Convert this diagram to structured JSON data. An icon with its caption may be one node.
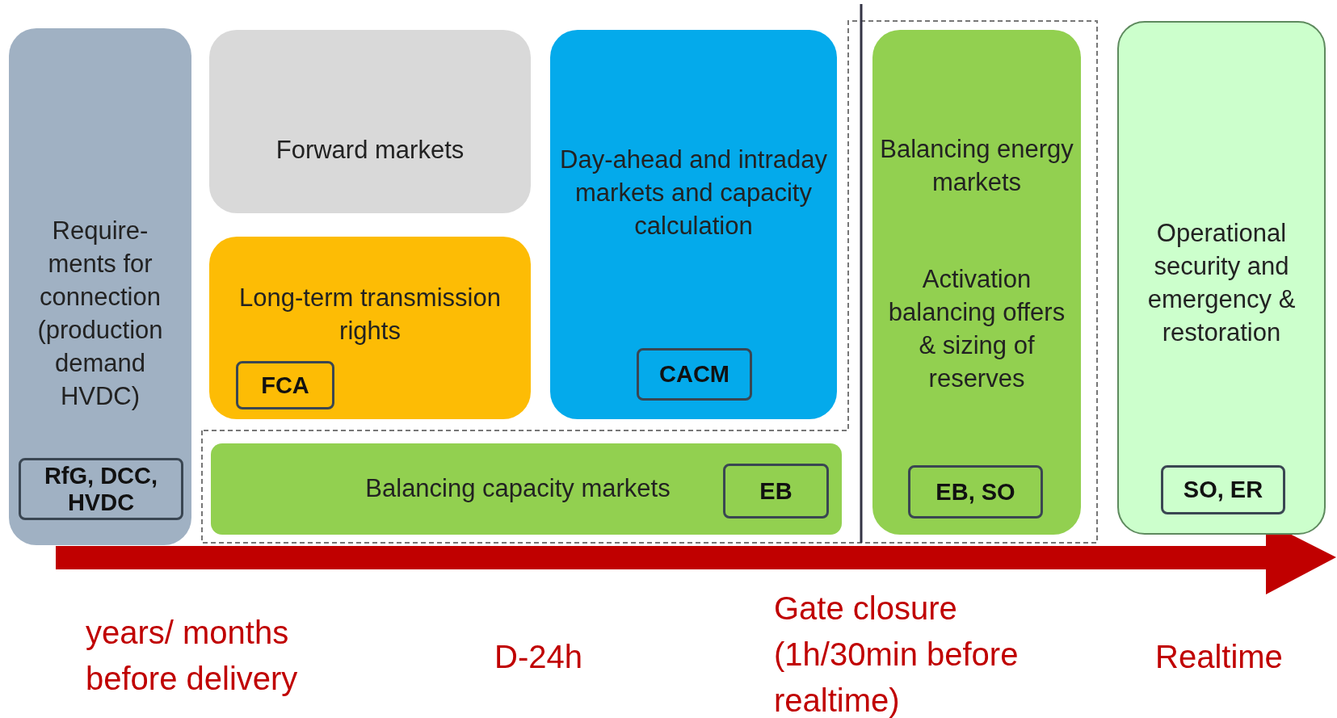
{
  "diagram": {
    "nodes": [
      {
        "text": [
          "Require-ments for connection (production demand HVDC)"
        ]
      },
      {
        "text": [
          "RfG, DCC, HVDC"
        ],
        "in": 0
      },
      {
        "text": [
          "Forward markets"
        ]
      },
      {
        "text": [
          "Long-term transmission rights"
        ]
      },
      {
        "text": [
          "FCA"
        ],
        "in": 3
      },
      {
        "text": [
          "Day-ahead and intraday markets and capacity calculation"
        ]
      },
      {
        "text": [
          "CACM"
        ],
        "in": 5
      },
      {
        "text": [
          "Balancing capacity markets"
        ]
      },
      {
        "text": [
          "EB"
        ],
        "in": 7
      },
      {
        "text": [
          "Balancing energy markets",
          "Activation balancing offers & sizing of reserves"
        ]
      },
      {
        "text": [
          "EB, SO"
        ],
        "in": 9
      },
      {
        "text": [
          "Operational security and emergency & restoration"
        ]
      },
      {
        "text": [
          "SO, ER"
        ],
        "in": 11
      }
    ],
    "labels": [
      "years/ months before delivery",
      "D-24h",
      "Gate closure (1h/30min before realtime)",
      "Realtime"
    ]
  }
}
